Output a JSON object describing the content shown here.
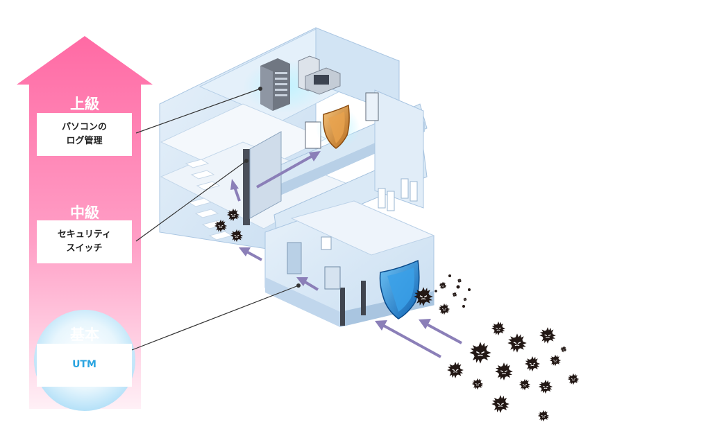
{
  "levels": [
    {
      "title": "上級",
      "label": "パソコンの\nログ管理"
    },
    {
      "title": "中級",
      "label": "セキュリティ\nスイッチ"
    },
    {
      "title": "基本",
      "label": "UTM"
    }
  ],
  "colors": {
    "arrow_top": "#ff6aa4",
    "arrow_bottom": "#ffe8f1",
    "circle": "#bfe6fb",
    "wall": "#dcebf8",
    "wall_dark": "#b9d3ec",
    "floor": "#f3f7fb",
    "shield_orange": "#d9913a",
    "shield_blue": "#1f86d6",
    "virus": "#231815",
    "path_arrow": "#8b7fb8",
    "utm_text": "#2aa4e0"
  },
  "icons": [
    "server-rack-icon",
    "desktop-pc-icon",
    "orange-shield-icon",
    "blue-shield-icon",
    "virus-icon",
    "elevator-door-icon",
    "gate-icon"
  ]
}
